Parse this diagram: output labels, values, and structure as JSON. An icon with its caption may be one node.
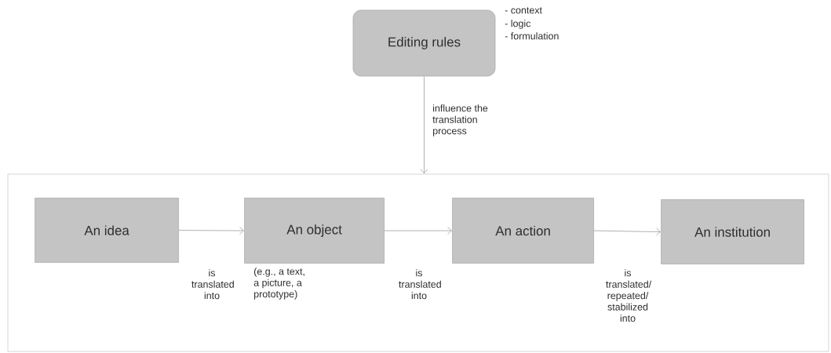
{
  "diagram": {
    "nodes": [
      {
        "text": [
          "Editing rules"
        ],
        "beside": [
          "- context",
          "- logic",
          "- formulation"
        ]
      },
      {
        "text": [],
        "shape": "box"
      },
      {
        "text": [
          "An idea"
        ],
        "in": 1
      },
      {
        "text": [
          "An object"
        ],
        "in": 1,
        "beside": [
          "(e.g., a text, a picture, a prototype)"
        ]
      },
      {
        "text": [
          "An action"
        ],
        "in": 1
      },
      {
        "text": [
          "An institution"
        ],
        "in": 1
      }
    ],
    "edges": [
      {
        "from": 0,
        "to": 1,
        "arrow": "to",
        "label": "influence the translation process"
      },
      {
        "from": 2,
        "to": 3,
        "arrow": "to",
        "label": "is translated into"
      },
      {
        "from": 3,
        "to": 4,
        "arrow": "to",
        "label": "is translated into"
      },
      {
        "from": 4,
        "to": 5,
        "arrow": "to",
        "label": "is translated/ repeated/ stabilized into"
      }
    ]
  }
}
